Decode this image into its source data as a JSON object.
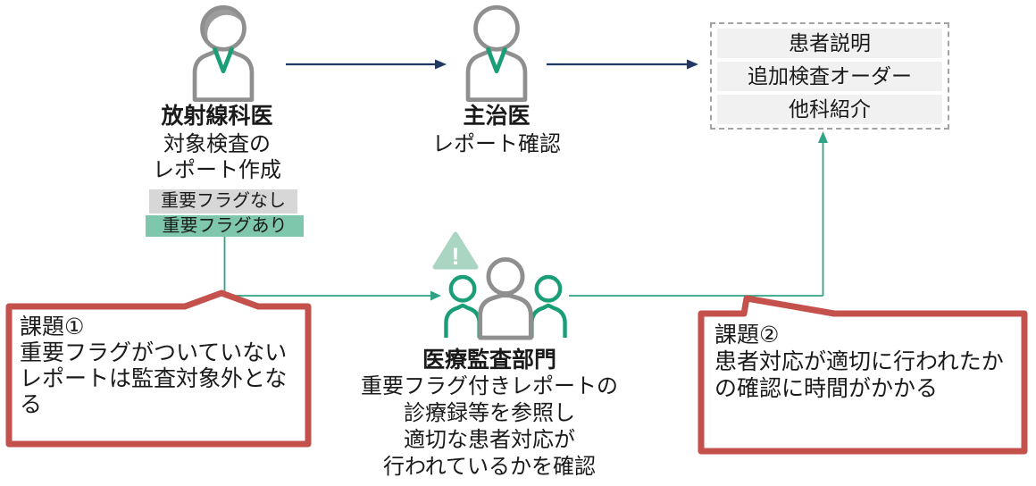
{
  "radiologist": {
    "name": "放射線科医",
    "desc_line1": "対象検査の",
    "desc_line2": "レポート作成"
  },
  "flags": {
    "none": "重要フラグなし",
    "important": "重要フラグあり"
  },
  "attending": {
    "name": "主治医",
    "desc": "レポート確認"
  },
  "outcomes": {
    "items": [
      "患者説明",
      "追加検査オーダー",
      "他科紹介"
    ]
  },
  "audit": {
    "name": "医療監査部門",
    "desc_lines": [
      "重要フラグ付きレポートの",
      "診療録等を参照し",
      "適切な患者対応が",
      "行われているかを確認"
    ]
  },
  "issues": {
    "issue1": {
      "title": "課題①",
      "body": "重要フラグがついていないレポートは監査対象外となる"
    },
    "issue2": {
      "title": "課題②",
      "body": "患者対応が適切に行われたかの確認に時間がかかる"
    }
  },
  "icons": {
    "warning": "!"
  },
  "colors": {
    "accent_green_line": "#2ea385",
    "accent_green_icon": "#199e77",
    "flag_important_bg": "#7ec7ad",
    "warning_triangle": "#aad5c2",
    "issue_border_red": "#c4514b",
    "arrow_navy": "#1f3864",
    "flag_none_bg": "#d7d7d7",
    "outcome_row_bg": "#f1f1f1",
    "person_outline_gray": "#8f8f8f"
  }
}
